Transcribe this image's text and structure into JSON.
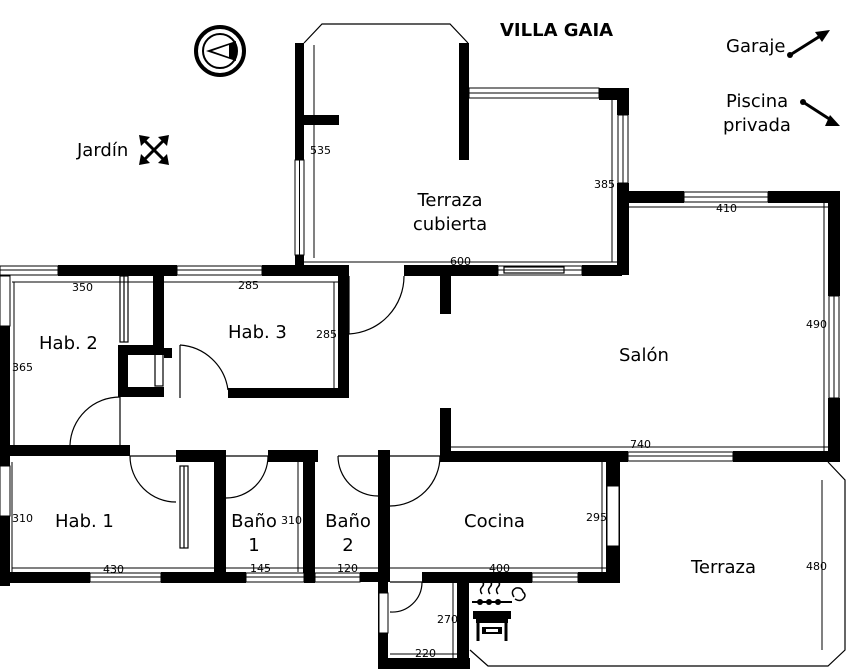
{
  "title": "VILLA GAIA",
  "labels": {
    "garaje": "Garaje",
    "piscina_1": "Piscina",
    "piscina_2": "privada",
    "jardin": "Jardín"
  },
  "rooms": {
    "terraza_cubierta_1": "Terraza",
    "terraza_cubierta_2": "cubierta",
    "hab2": "Hab. 2",
    "hab3": "Hab. 3",
    "salon": "Salón",
    "hab1": "Hab. 1",
    "bano1_1": "Baño",
    "bano1_2": "1",
    "bano2_1": "Baño",
    "bano2_2": "2",
    "cocina": "Cocina",
    "terraza": "Terraza"
  },
  "dimensions": {
    "d535": "535",
    "d385": "385",
    "d600": "600",
    "d410": "410",
    "d490": "490",
    "d350": "350",
    "d285a": "285",
    "d285b": "285",
    "d365": "365",
    "d740": "740",
    "d310a": "310",
    "d310b": "310",
    "d430": "430",
    "d145": "145",
    "d120": "120",
    "d400": "400",
    "d295": "295",
    "d480": "480",
    "d270": "270",
    "d220": "220"
  },
  "icons": {
    "compass": "compass-icon",
    "expand": "expand-arrows-icon",
    "bbq": "barbecue-icon",
    "garage_arrow": "arrow-up-right-icon",
    "pool_arrow": "arrow-down-right-icon"
  }
}
